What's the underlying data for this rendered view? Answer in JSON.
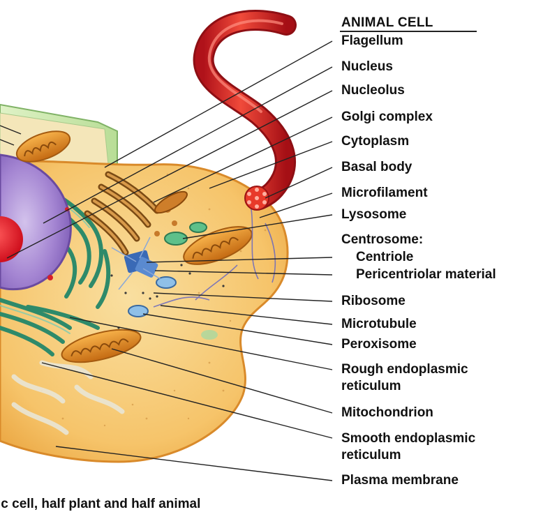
{
  "diagram": {
    "header": "ANIMAL CELL",
    "labels": [
      "Flagellum",
      "Nucleus",
      "Nucleolus",
      "Golgi complex",
      "Cytoplasm",
      "Basal body",
      "Microfilament",
      "Lysosome",
      "Centrosome:",
      "Centriole",
      "Pericentriolar material",
      "Ribosome",
      "Microtubule",
      "Peroxisome",
      "Rough endoplasmic",
      "reticulum",
      "Mitochondrion",
      "Smooth endoplasmic",
      "reticulum",
      "Plasma membrane"
    ],
    "caption": "ic cell, half plant and half animal"
  },
  "colors": {
    "cytoplasm": "#f6c46a",
    "membrane": "#e8a23a",
    "nucleus": "#9a78c8",
    "nucleolus": "#e8192c",
    "rough_er": "#2e8a6a",
    "flagellum": "#d8201e",
    "mitochondrion": "#e08a22",
    "plant_wall": "#c5e6a6"
  }
}
